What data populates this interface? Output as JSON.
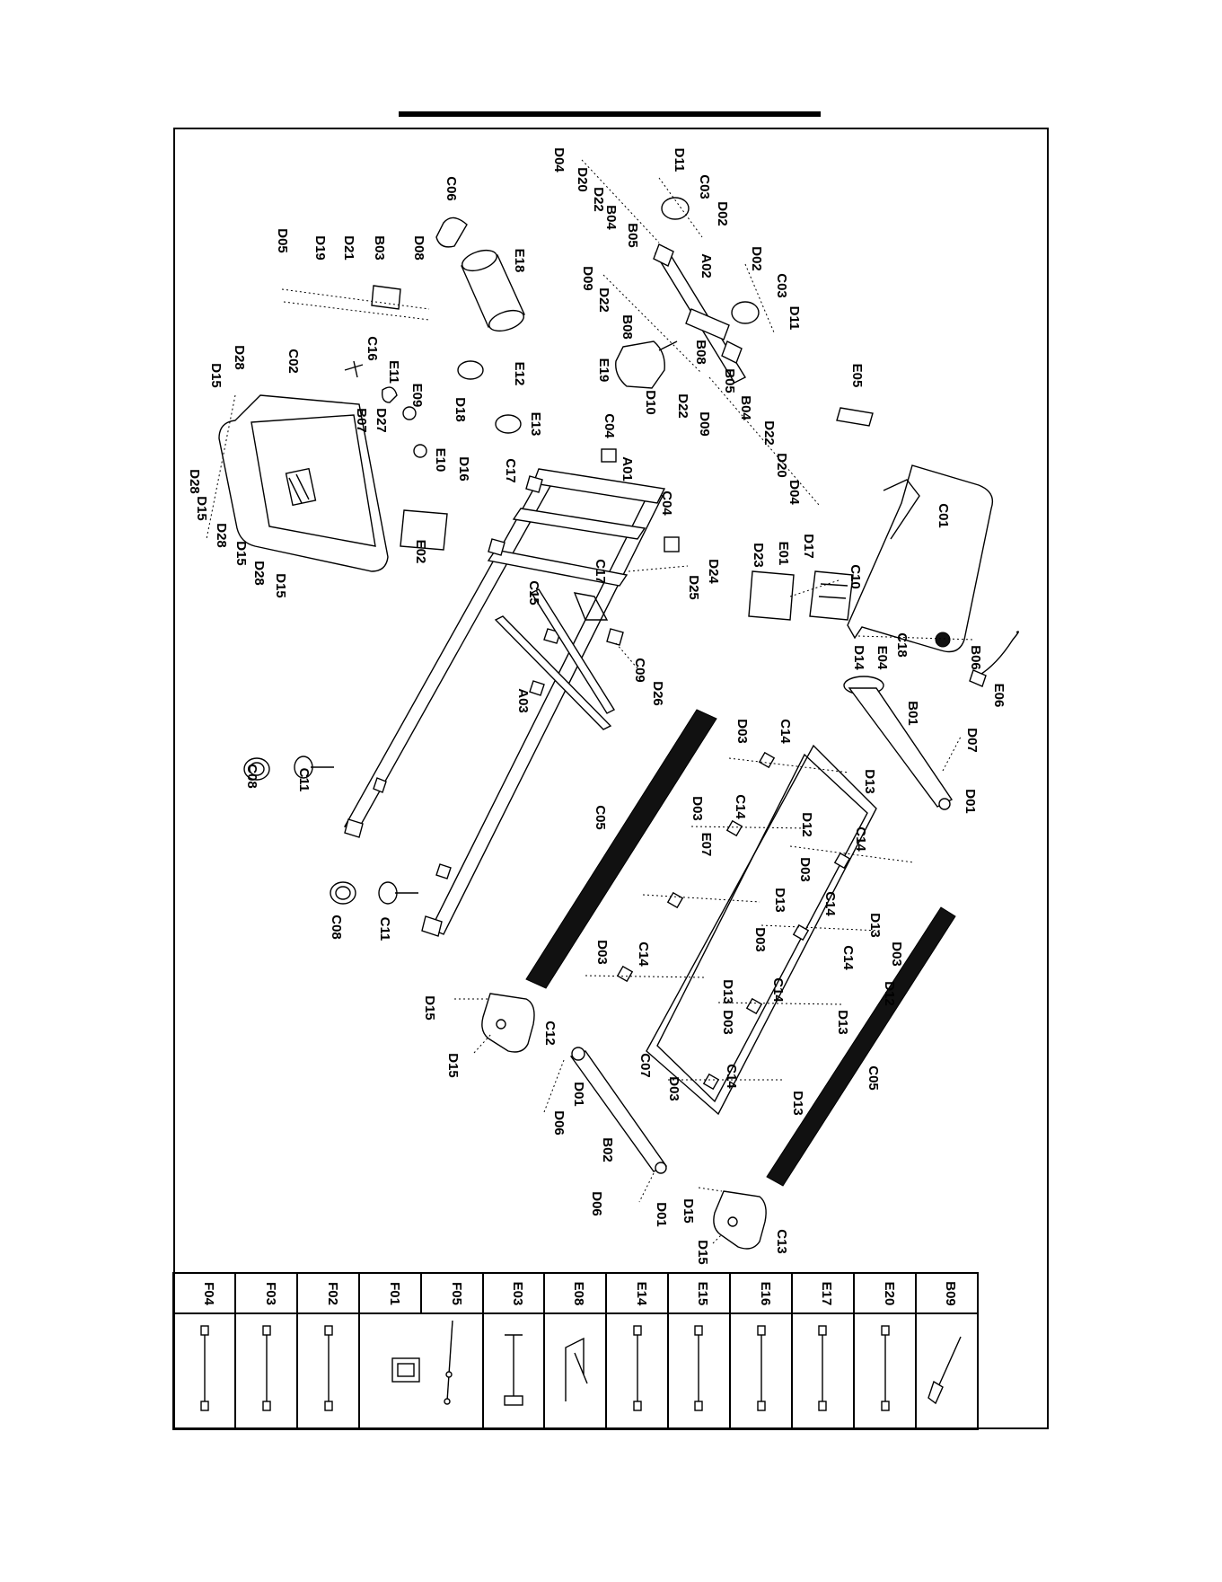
{
  "part_labels": [
    {
      "id": "D04"
    },
    {
      "id": "D20"
    },
    {
      "id": "D22"
    },
    {
      "id": "B04"
    },
    {
      "id": "B05"
    },
    {
      "id": "D11"
    },
    {
      "id": "C03"
    },
    {
      "id": "D02"
    },
    {
      "id": "A02"
    },
    {
      "id": "D02"
    },
    {
      "id": "C03"
    },
    {
      "id": "D11"
    },
    {
      "id": "D09"
    },
    {
      "id": "D22"
    },
    {
      "id": "B08"
    },
    {
      "id": "B08"
    },
    {
      "id": "E19"
    },
    {
      "id": "D10"
    },
    {
      "id": "D22"
    },
    {
      "id": "D09"
    },
    {
      "id": "B05"
    },
    {
      "id": "B04"
    },
    {
      "id": "D22"
    },
    {
      "id": "D20"
    },
    {
      "id": "D04"
    },
    {
      "id": "E05"
    },
    {
      "id": "C06"
    },
    {
      "id": "E18"
    },
    {
      "id": "D05"
    },
    {
      "id": "D19"
    },
    {
      "id": "D21"
    },
    {
      "id": "B03"
    },
    {
      "id": "D08"
    },
    {
      "id": "D28"
    },
    {
      "id": "C02"
    },
    {
      "id": "D15"
    },
    {
      "id": "C16"
    },
    {
      "id": "E11"
    },
    {
      "id": "E12"
    },
    {
      "id": "E09"
    },
    {
      "id": "B07"
    },
    {
      "id": "D27"
    },
    {
      "id": "D18"
    },
    {
      "id": "E13"
    },
    {
      "id": "E10"
    },
    {
      "id": "C04"
    },
    {
      "id": "D16"
    },
    {
      "id": "C17"
    },
    {
      "id": "A01"
    },
    {
      "id": "C04"
    },
    {
      "id": "D28"
    },
    {
      "id": "D15"
    },
    {
      "id": "D28"
    },
    {
      "id": "D15"
    },
    {
      "id": "D28"
    },
    {
      "id": "D15"
    },
    {
      "id": "E02"
    },
    {
      "id": "C17"
    },
    {
      "id": "C15"
    },
    {
      "id": "D24"
    },
    {
      "id": "D25"
    },
    {
      "id": "D23"
    },
    {
      "id": "E01"
    },
    {
      "id": "D17"
    },
    {
      "id": "C10"
    },
    {
      "id": "C01"
    },
    {
      "id": "C09"
    },
    {
      "id": "D26"
    },
    {
      "id": "A03"
    },
    {
      "id": "D14"
    },
    {
      "id": "E04"
    },
    {
      "id": "C18"
    },
    {
      "id": "B06"
    },
    {
      "id": "E06"
    },
    {
      "id": "B01"
    },
    {
      "id": "D07"
    },
    {
      "id": "D01"
    },
    {
      "id": "D03"
    },
    {
      "id": "C14"
    },
    {
      "id": "D13"
    },
    {
      "id": "C08"
    },
    {
      "id": "C11"
    },
    {
      "id": "C05"
    },
    {
      "id": "D03"
    },
    {
      "id": "C14"
    },
    {
      "id": "D12"
    },
    {
      "id": "E07"
    },
    {
      "id": "C14"
    },
    {
      "id": "D03"
    },
    {
      "id": "D13"
    },
    {
      "id": "D03"
    },
    {
      "id": "C14"
    },
    {
      "id": "D13"
    },
    {
      "id": "C14"
    },
    {
      "id": "D03"
    },
    {
      "id": "D12"
    },
    {
      "id": "C08"
    },
    {
      "id": "C11"
    },
    {
      "id": "D03"
    },
    {
      "id": "C14"
    },
    {
      "id": "D13"
    },
    {
      "id": "C14"
    },
    {
      "id": "D03"
    },
    {
      "id": "D13"
    },
    {
      "id": "D15"
    },
    {
      "id": "C12"
    },
    {
      "id": "D15"
    },
    {
      "id": "C07"
    },
    {
      "id": "D01"
    },
    {
      "id": "D06"
    },
    {
      "id": "C14"
    },
    {
      "id": "D03"
    },
    {
      "id": "D13"
    },
    {
      "id": "C05"
    },
    {
      "id": "B02"
    },
    {
      "id": "D06"
    },
    {
      "id": "D01"
    },
    {
      "id": "D15"
    },
    {
      "id": "D15"
    },
    {
      "id": "C13"
    }
  ],
  "accessory_table": {
    "columns": [
      {
        "id": "F04",
        "icon": "cable-icon"
      },
      {
        "id": "F03",
        "icon": "cable-icon"
      },
      {
        "id": "F02",
        "icon": "cable-icon"
      },
      {
        "id": "F01",
        "icon": "switch-icon"
      },
      {
        "id": "F05",
        "icon": "wire-icon"
      },
      {
        "id": "E03",
        "icon": "connector-icon"
      },
      {
        "id": "E08",
        "icon": "power-cord-icon"
      },
      {
        "id": "E14",
        "icon": "cable-icon"
      },
      {
        "id": "E15",
        "icon": "cable-icon"
      },
      {
        "id": "E16",
        "icon": "cable-icon"
      },
      {
        "id": "E17",
        "icon": "cable-icon"
      },
      {
        "id": "E20",
        "icon": "cable-icon"
      },
      {
        "id": "B09",
        "icon": "screwdriver-icon"
      }
    ]
  }
}
